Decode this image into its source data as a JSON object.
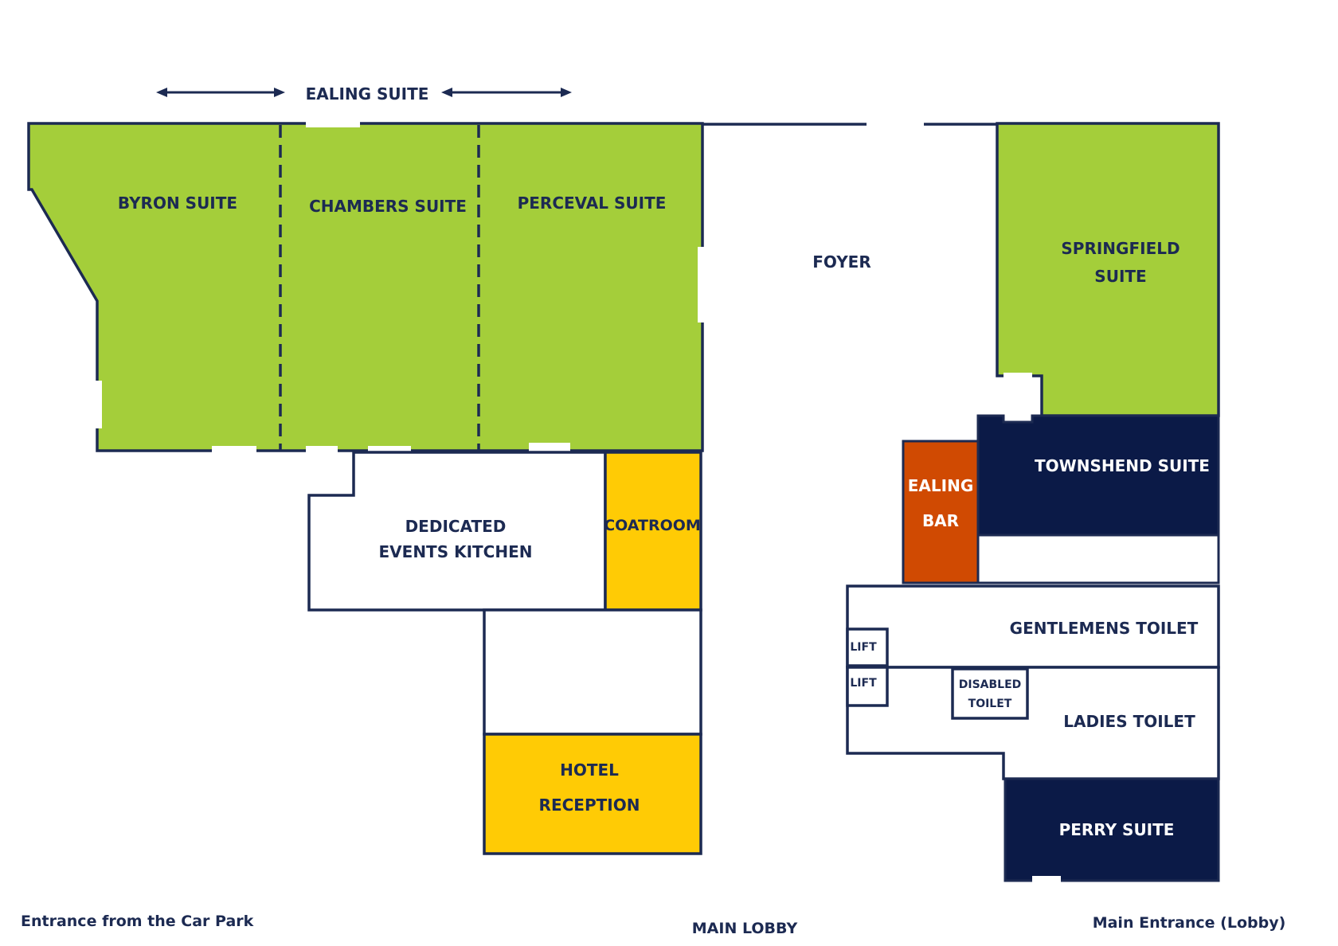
{
  "colors": {
    "wall": "#1c2a52",
    "green": "#a4ce3a",
    "navy": "#0b1a47",
    "yellow": "#ffcb05",
    "orange": "#d04a02"
  },
  "labels": {
    "ealing_suite": "EALING SUITE",
    "byron": "BYRON SUITE",
    "chambers": "CHAMBERS SUITE",
    "perceval": "PERCEVAL SUITE",
    "foyer": "FOYER",
    "springfield_1": "SPRINGFIELD",
    "springfield_2": "SUITE",
    "townshend": "TOWNSHEND SUITE",
    "ealing_bar_1": "EALING",
    "ealing_bar_2": "BAR",
    "kitchen_1": "DEDICATED",
    "kitchen_2": "EVENTS KITCHEN",
    "coatroom": "COATROOM",
    "gents": "GENTLEMENS TOILET",
    "lift_1": "LIFT",
    "lift_2": "LIFT",
    "disabled_1": "DISABLED",
    "disabled_2": "TOILET",
    "ladies": "LADIES TOILET",
    "hotel_reception_1": "HOTEL",
    "hotel_reception_2": "RECEPTION",
    "perry": "PERRY SUITE",
    "entrance_car_park": "Entrance from the Car Park",
    "main_lobby": "MAIN LOBBY",
    "main_entrance": "Main Entrance (Lobby)"
  }
}
